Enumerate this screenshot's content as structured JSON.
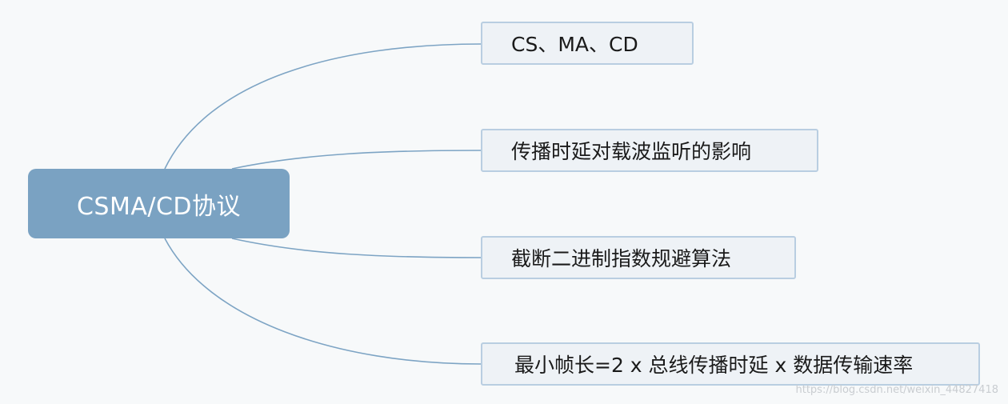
{
  "diagram": {
    "root": {
      "label": "CSMA/CD协议"
    },
    "children": [
      {
        "label": "CS、MA、CD"
      },
      {
        "label": "传播时延对载波监听的影响"
      },
      {
        "label": "截断二进制指数规避算法"
      },
      {
        "label": "最小帧长=2 x 总线传播时延 x 数据传输速率"
      }
    ],
    "colors": {
      "root_fill": "#7aa2c2",
      "child_fill": "#eef2f6",
      "child_border": "#b9cee1",
      "connector": "#7da4c4",
      "background": "#f7f9fa"
    }
  },
  "watermark": {
    "text": "https://blog.csdn.net/weixin_44827418"
  }
}
